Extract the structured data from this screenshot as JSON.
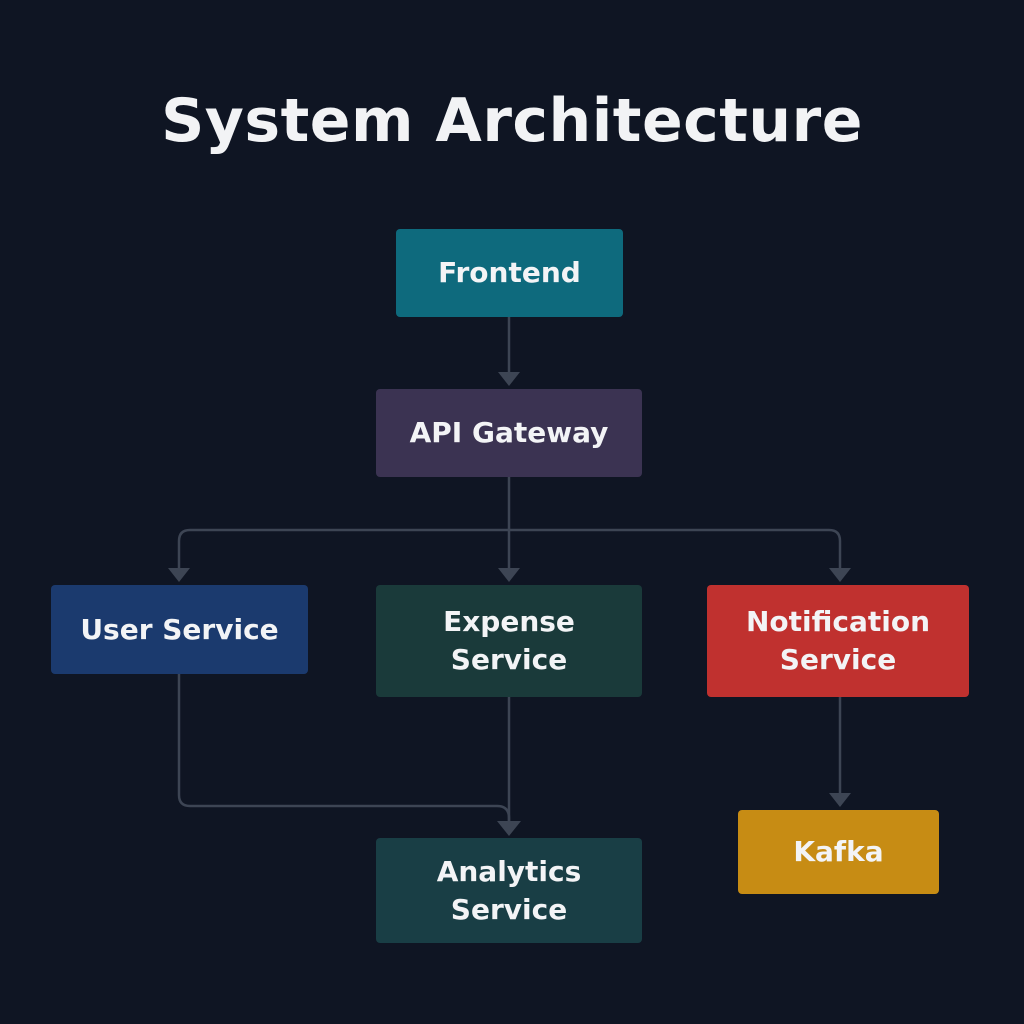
{
  "title": "System Architecture",
  "colors": {
    "background": "#0f1523",
    "connector": "#3d4554"
  },
  "nodes": {
    "frontend": {
      "label": "Frontend",
      "color": "#0e6a7d"
    },
    "gateway": {
      "label": "API Gateway",
      "color": "#3b3352"
    },
    "user": {
      "label": "User Service",
      "color": "#1b3a6e"
    },
    "expense": {
      "label": "Expense\nService",
      "color": "#1a3a3a"
    },
    "notification": {
      "label": "Notification\nService",
      "color": "#c0312f"
    },
    "analytics": {
      "label": "Analytics\nService",
      "color": "#193e45"
    },
    "kafka": {
      "label": "Kafka",
      "color": "#c78c14"
    }
  },
  "edges": [
    {
      "from": "frontend",
      "to": "gateway"
    },
    {
      "from": "gateway",
      "to": "user"
    },
    {
      "from": "gateway",
      "to": "expense"
    },
    {
      "from": "gateway",
      "to": "notification"
    },
    {
      "from": "user",
      "to": "analytics"
    },
    {
      "from": "expense",
      "to": "analytics"
    },
    {
      "from": "notification",
      "to": "kafka"
    }
  ]
}
